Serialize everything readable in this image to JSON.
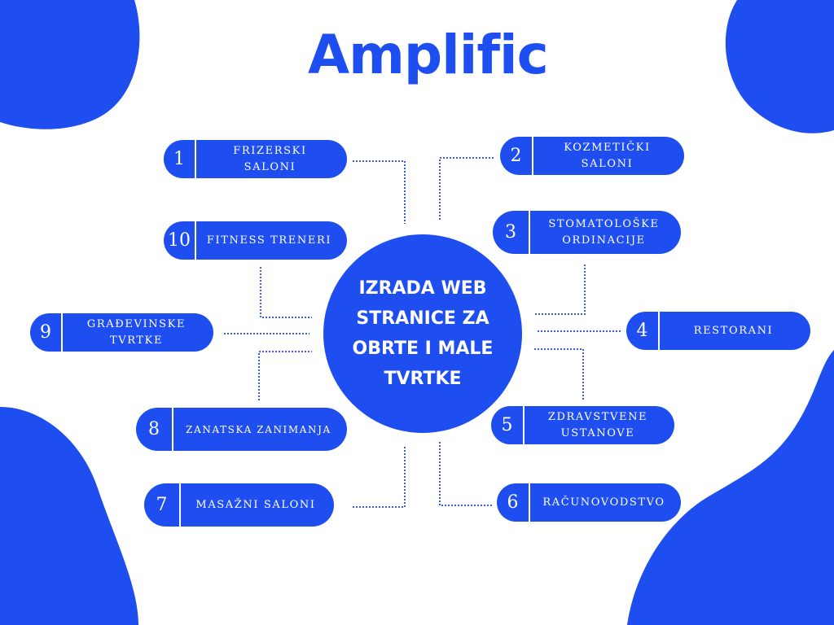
{
  "brand": {
    "logo": "Amplific",
    "color": "#1f4ef0"
  },
  "center": {
    "title": "IZRADA WEB\nSTRANICE ZA\nOBRTE I MALE\nTVRTKE"
  },
  "items": [
    {
      "num": "1",
      "label": "FRIZERSKI\nSALONI"
    },
    {
      "num": "2",
      "label": "KOZMETIČKI\nSALONI"
    },
    {
      "num": "3",
      "label": "STOMATOLOŠKE\nORDINACIJE"
    },
    {
      "num": "4",
      "label": "RESTORANI"
    },
    {
      "num": "5",
      "label": "ZDRAVSTVENE\nUSTANOVE"
    },
    {
      "num": "6",
      "label": "RAČUNOVODSTVO"
    },
    {
      "num": "7",
      "label": "MASAŽNI SALONI"
    },
    {
      "num": "8",
      "label": "ZANATSKA ZANIMANJA"
    },
    {
      "num": "9",
      "label": "GRAĐEVINSKE\nTVRTKE"
    },
    {
      "num": "10",
      "label": "FITNESS TRENERI"
    }
  ]
}
